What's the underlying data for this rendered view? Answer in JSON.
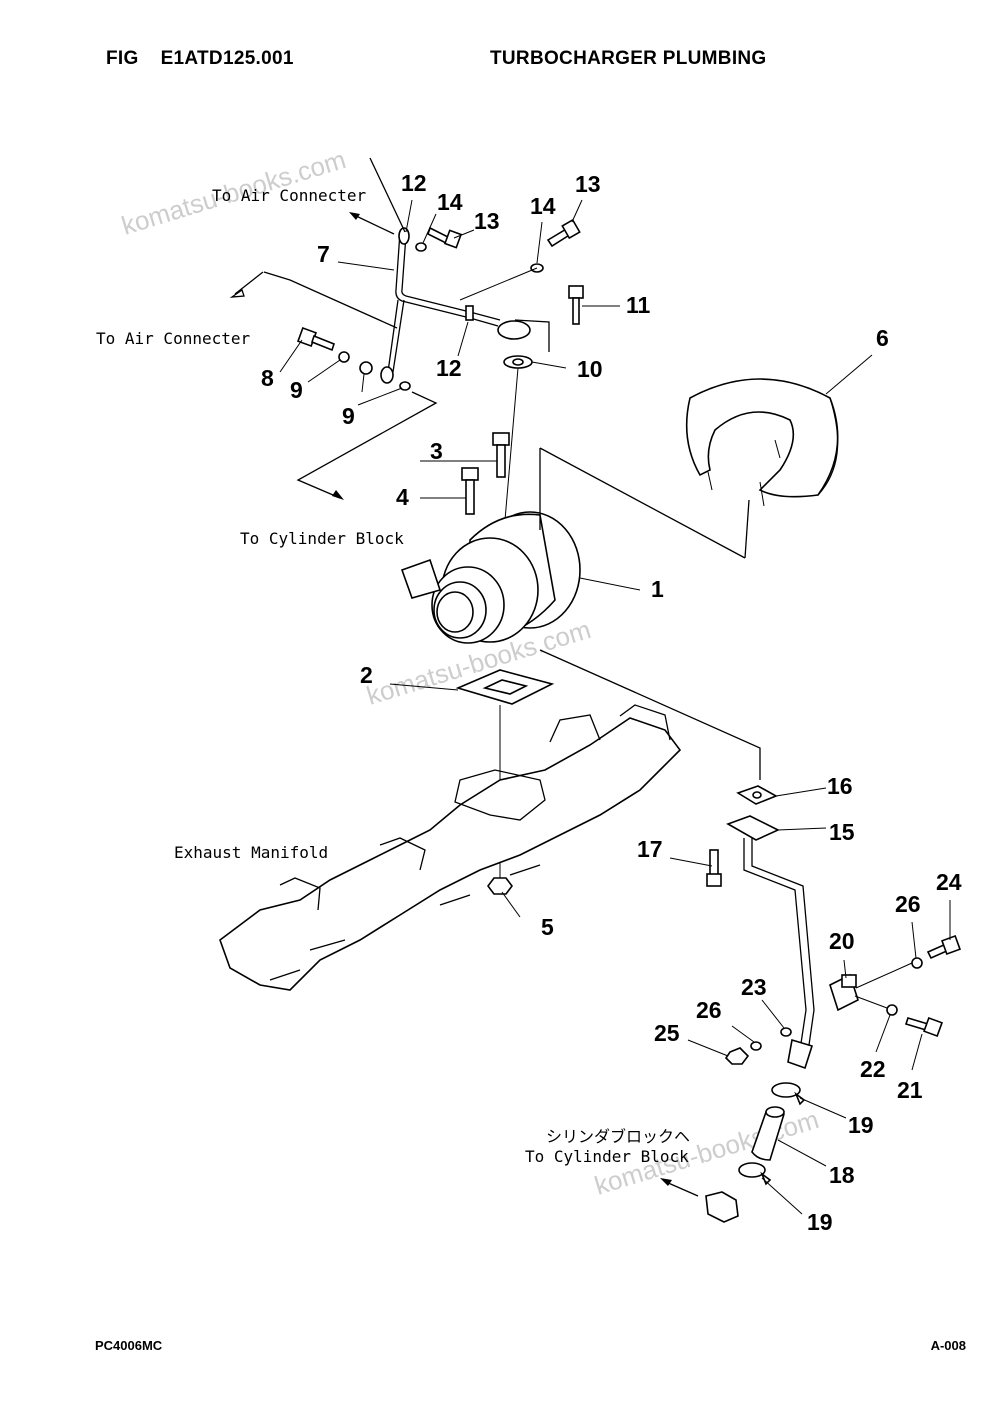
{
  "header": {
    "fig_label": "FIG",
    "fig_code": "E1ATD125.001",
    "title": "TURBOCHARGER PLUMBING"
  },
  "footer": {
    "model": "PC4006MC",
    "page": "A-008"
  },
  "annotations": {
    "to_air_connecter_top": "To Air Connecter",
    "to_air_connecter_left": "To Air Connecter",
    "to_cylinder_block": "To Cylinder Block",
    "exhaust_manifold": "Exhaust Manifold",
    "to_cylinder_block_jp": "シリンダブロックヘ",
    "to_cylinder_block_bottom": "To Cylinder Block"
  },
  "callouts": {
    "c1": "1",
    "c2": "2",
    "c3": "3",
    "c4": "4",
    "c5": "5",
    "c6": "6",
    "c7": "7",
    "c8": "8",
    "c9a": "9",
    "c9b": "9",
    "c10": "10",
    "c11": "11",
    "c12a": "12",
    "c12b": "12",
    "c13a": "13",
    "c13b": "13",
    "c14a": "14",
    "c14b": "14",
    "c15": "15",
    "c16": "16",
    "c17": "17",
    "c18": "18",
    "c19a": "19",
    "c19b": "19",
    "c20": "20",
    "c21": "21",
    "c22": "22",
    "c23": "23",
    "c24": "24",
    "c25": "25",
    "c26a": "26",
    "c26b": "26"
  },
  "watermark": {
    "text": "komatsu-books.com"
  }
}
